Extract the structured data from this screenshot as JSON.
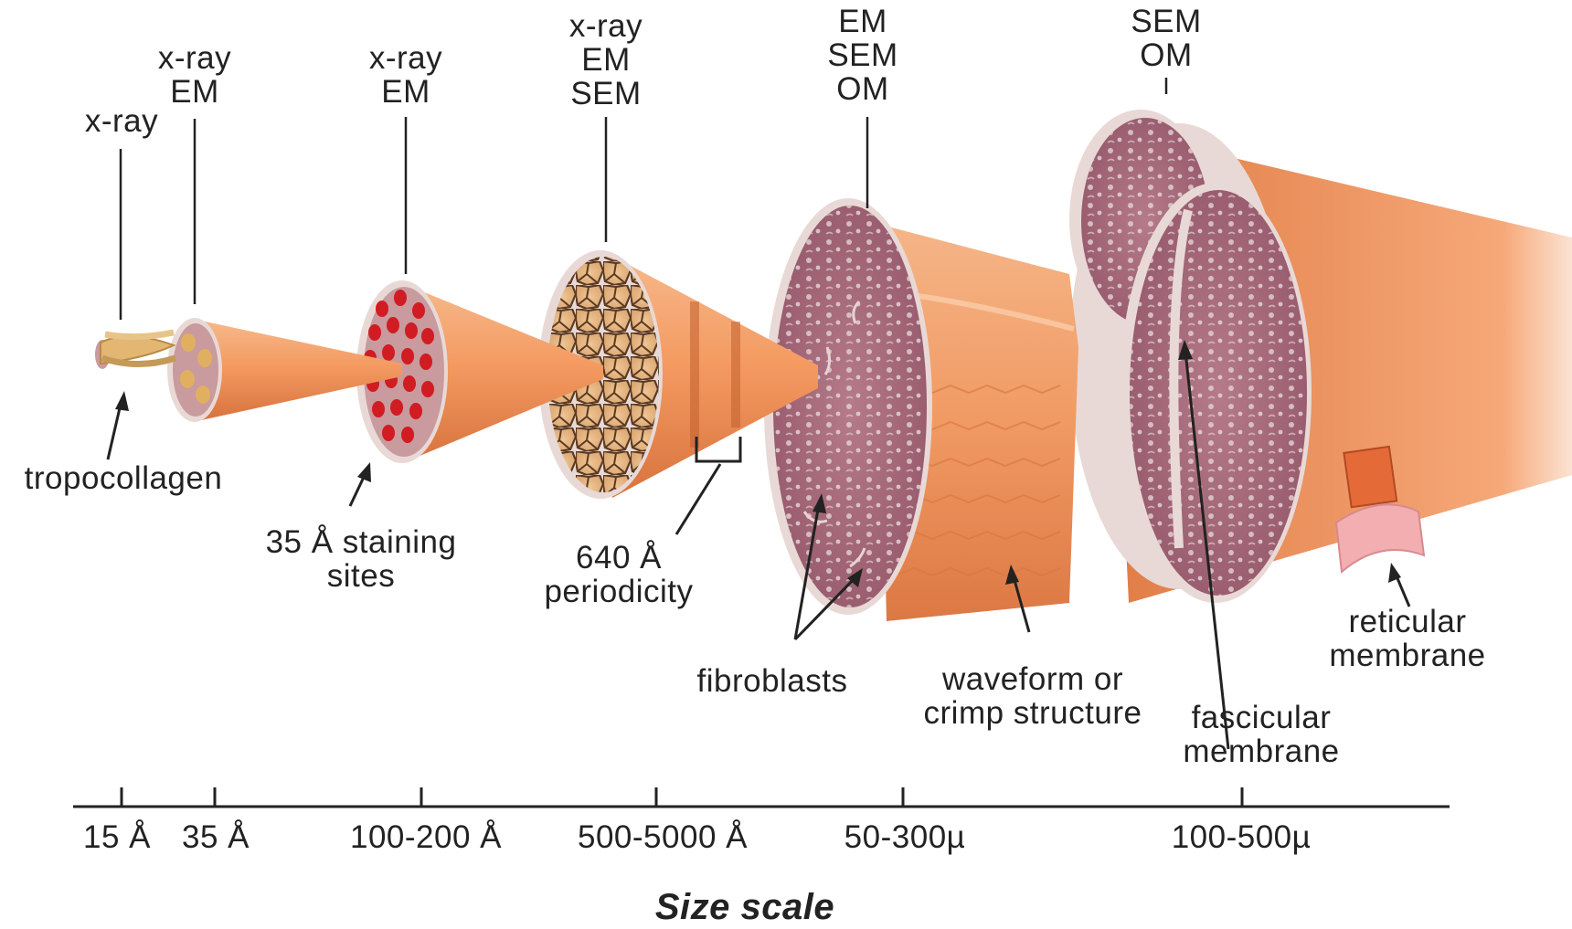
{
  "levels": [
    {
      "techniques": [
        "x-ray"
      ]
    },
    {
      "techniques": [
        "x-ray",
        "EM"
      ]
    },
    {
      "techniques": [
        "x-ray",
        "EM"
      ]
    },
    {
      "techniques": [
        "x-ray",
        "EM",
        "SEM"
      ]
    },
    {
      "techniques": [
        "EM",
        "SEM",
        "OM"
      ]
    },
    {
      "techniques": [
        "SEM",
        "OM"
      ]
    }
  ],
  "annotations": {
    "tropocollagen": "tropocollagen",
    "staining_sites": [
      "35 Å staining",
      "sites"
    ],
    "periodicity": [
      "640 Å",
      "periodicity"
    ],
    "fibroblasts": "fibroblasts",
    "waveform": [
      "waveform or",
      "crimp structure"
    ],
    "fascicular": [
      "fascicular",
      "membrane"
    ],
    "reticular": [
      "reticular",
      "membrane"
    ]
  },
  "scale": {
    "ticks": [
      "15 Å",
      "35 Å",
      "100-200 Å",
      "500-5000 Å",
      "50-300µ",
      "100-500µ"
    ],
    "title": "Size scale"
  },
  "colors": {
    "tissue": "#f29a66",
    "tissue_dark": "#d9703f",
    "cross_section": "#a8687a",
    "cross_section_rim": "#d9c6c4",
    "staining": "#d01c22",
    "crosslink": "#c49a58",
    "line": "#222222"
  }
}
